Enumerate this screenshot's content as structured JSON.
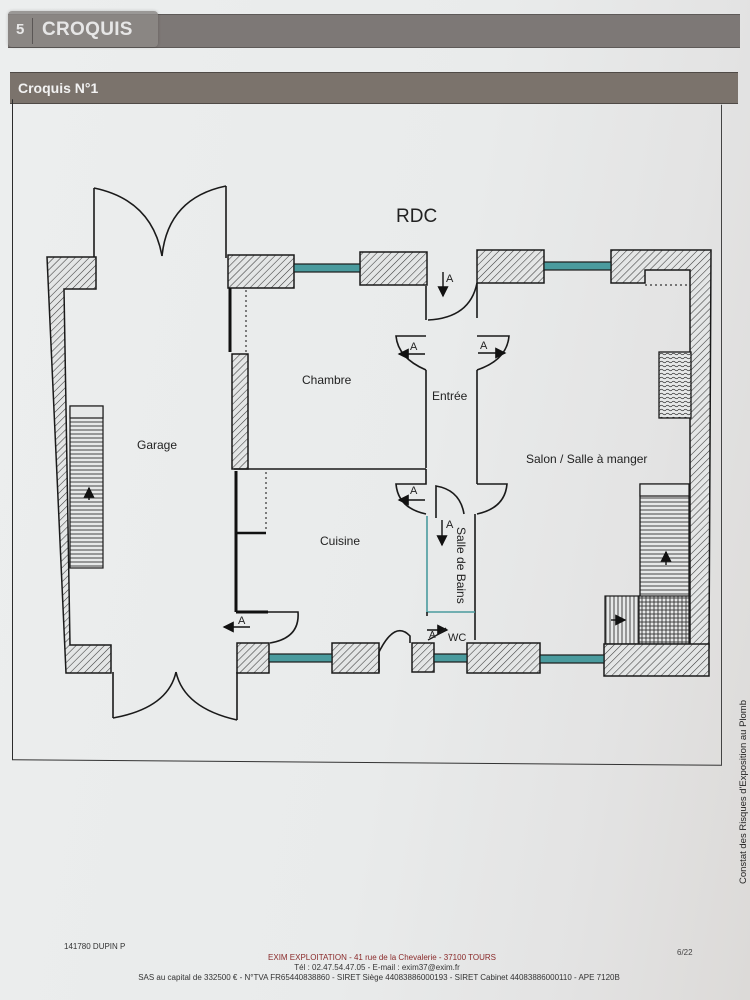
{
  "header": {
    "section_number": "5",
    "section_title": "CROQUIS",
    "subsection_title": "Croquis N°1"
  },
  "plan": {
    "level_label": "RDC",
    "rooms": [
      {
        "name": "Garage"
      },
      {
        "name": "Chambre"
      },
      {
        "name": "Entrée"
      },
      {
        "name": "Salon / Salle à manger"
      },
      {
        "name": "Cuisine"
      },
      {
        "name": "Salle de Bains"
      },
      {
        "name": "WC"
      }
    ],
    "marker_label": "A",
    "colors": {
      "wall_hatch": "#3a3a3a",
      "window": "#4a9b9e",
      "line": "#1a1a1a"
    }
  },
  "side_label": "Constat des Risques d'Exposition au Plomb",
  "footer": {
    "reference": "141780 DUPIN P",
    "company_line": "EXIM EXPLOITATION  -  41 rue de la Chevalerie  - 37100 TOURS",
    "contact_line": "Tél : 02.47.54.47.05 - E-mail : exim37@exim.fr",
    "legal_line": "SAS  au capital de 332500 € - N°TVA FR65440838860  - SIRET Siège  44083886000193  - SIRET Cabinet  44083886000110  - APE 7120B",
    "page": "6/22"
  }
}
